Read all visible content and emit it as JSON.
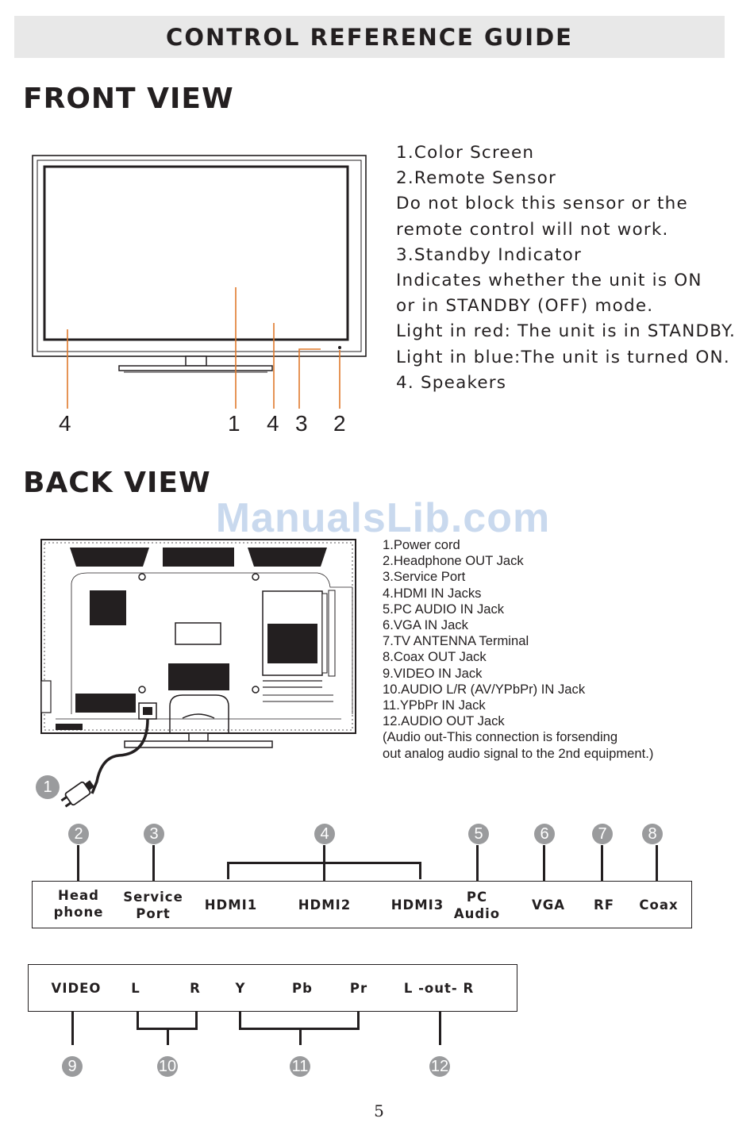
{
  "title": "CONTROL REFERENCE GUIDE",
  "front": {
    "heading": "FRONT VIEW",
    "callouts": [
      "4",
      "1",
      "4",
      "3",
      "2"
    ],
    "lines": [
      "1.Color Screen",
      "2.Remote Sensor",
      "Do not block this sensor or the",
      "remote control will not work.",
      "3.Standby Indicator",
      "Indicates whether the unit is ON",
      "or in STANDBY (OFF) mode.",
      "Light in red: The unit is in STANDBY.",
      "Light in blue:The unit is turned ON.",
      "4. Speakers"
    ]
  },
  "back": {
    "heading": "BACK VIEW",
    "watermark": "ManualsLib.com",
    "lines": [
      "1.Power cord",
      "2.Headphone OUT Jack",
      "3.Service Port",
      "4.HDMI IN Jacks",
      "5.PC AUDIO IN Jack",
      "6.VGA IN Jack",
      "7.TV ANTENNA Terminal",
      "8.Coax OUT Jack",
      "9.VIDEO IN Jack",
      "10.AUDIO L/R (AV/YPbPr) IN Jack",
      "11.YPbPr IN Jack",
      "12.AUDIO OUT Jack",
      "(Audio out-This connection is forsending",
      "out analog audio signal to the 2nd equipment.)"
    ],
    "power_badge": "1"
  },
  "panel1": {
    "badges": [
      "2",
      "3",
      "4",
      "5",
      "6",
      "7",
      "8"
    ],
    "labels": {
      "head_a": "Head",
      "head_b": "phone",
      "service_a": "Service",
      "service_b": "Port",
      "hdmi1": "HDMI1",
      "hdmi2": "HDMI2",
      "hdmi3": "HDMI3",
      "pc_a": "PC",
      "pc_b": "Audio",
      "vga": "VGA",
      "rf": "RF",
      "coax": "Coax"
    }
  },
  "panel2": {
    "labels": {
      "video": "VIDEO",
      "l": "L",
      "r": "R",
      "y": "Y",
      "pb": "Pb",
      "pr": "Pr",
      "lout": "L -out- R"
    },
    "badges": [
      "9",
      "10",
      "11",
      "12"
    ]
  },
  "page_number": "5"
}
